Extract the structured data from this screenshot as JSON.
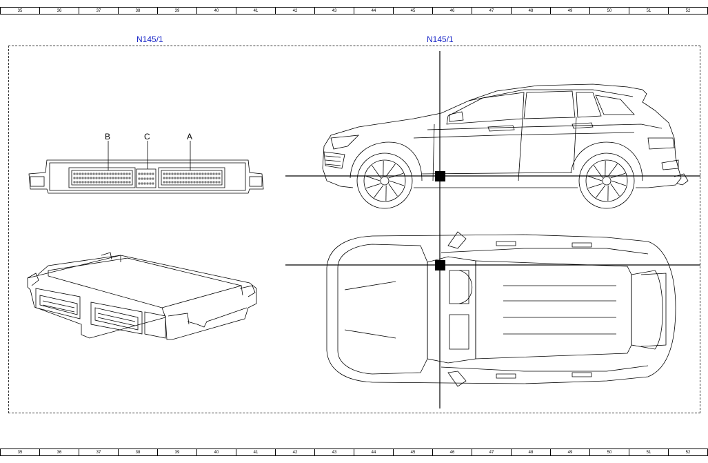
{
  "ruler": {
    "columns": [
      "35",
      "36",
      "37",
      "38",
      "39",
      "40",
      "41",
      "42",
      "43",
      "44",
      "45",
      "46",
      "47",
      "48",
      "49",
      "50",
      "51",
      "52"
    ]
  },
  "component": {
    "label_left": "N145/1",
    "label_right": "N145/1"
  },
  "connectors": {
    "a": "A",
    "b": "B",
    "c": "C"
  },
  "colors": {
    "label_blue": "#1a27c8",
    "line": "#000000"
  }
}
